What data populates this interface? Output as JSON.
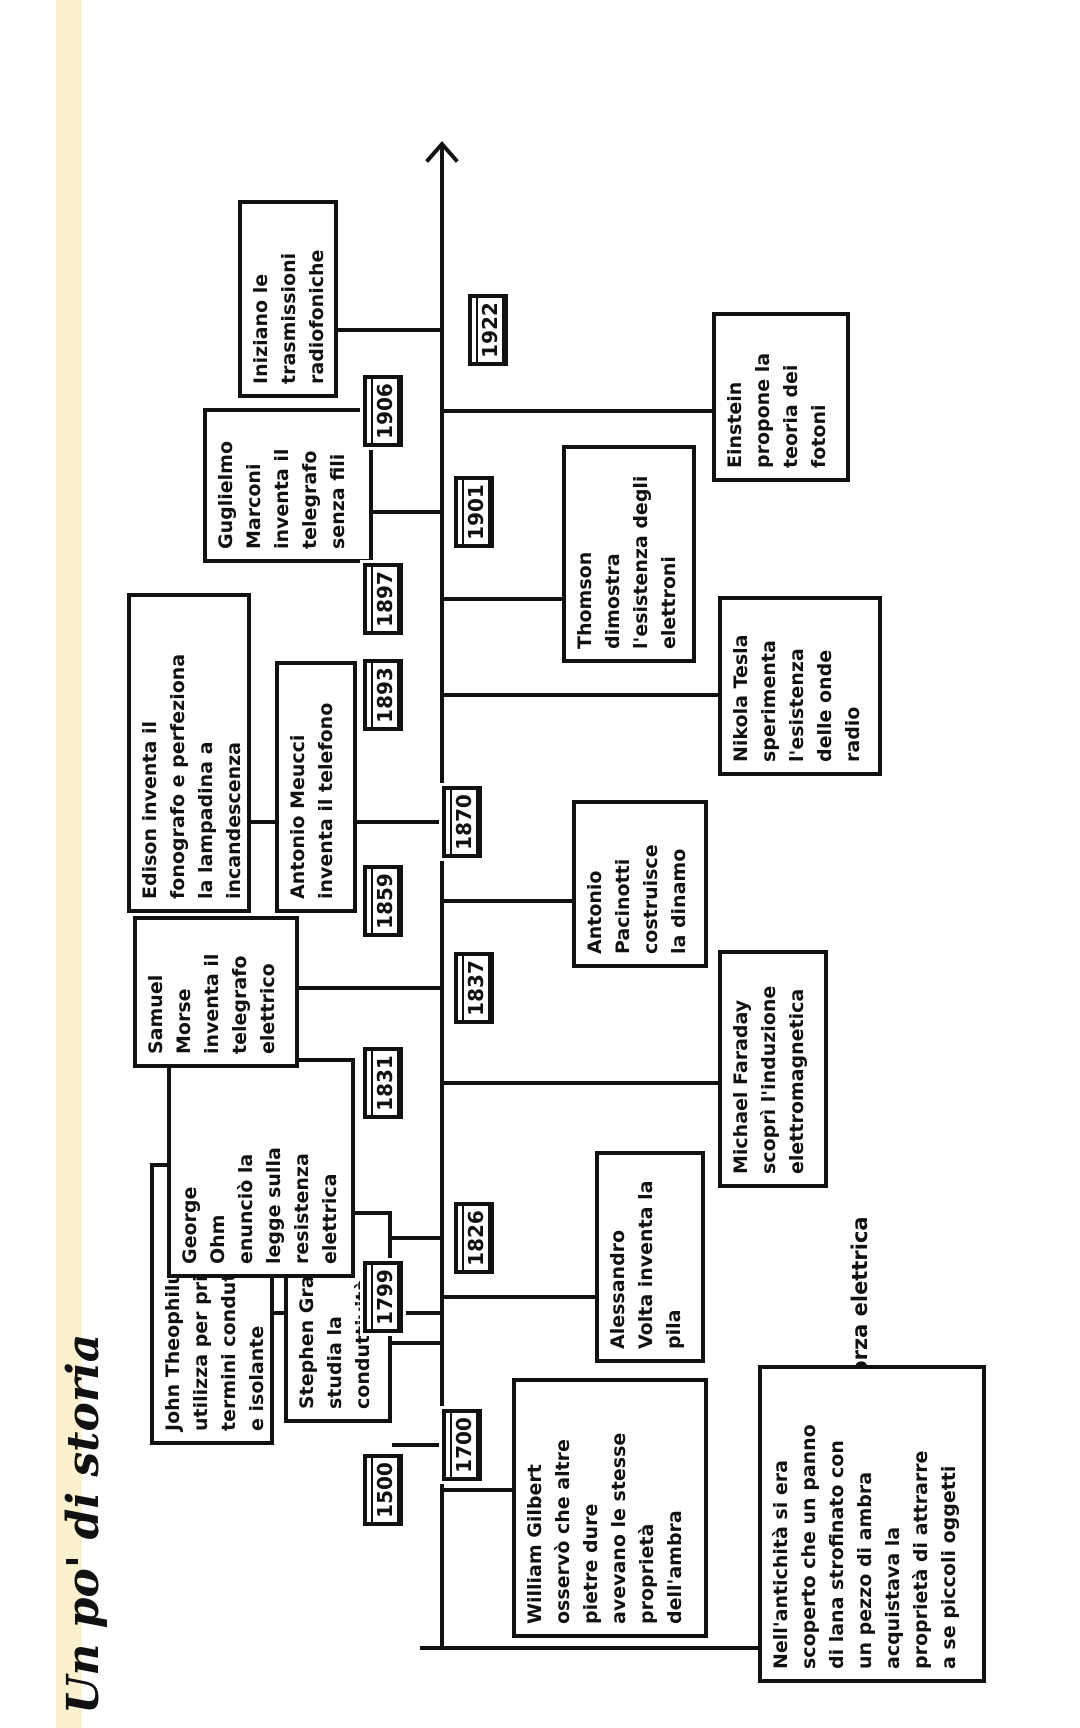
{
  "title": "Un po' di storia",
  "years": [
    "1500",
    "1700",
    "1799",
    "1826",
    "1831",
    "1837",
    "1859",
    "1870",
    "1893",
    "1897",
    "1901",
    "1906",
    "1922"
  ],
  "events": {
    "antiquity": "Nell'antichità si era\nscoperto che un panno\ndi lana strofinato con\nun pezzo di ambra\nacquistava la\nproprietà di attrarre\na se piccoli oggetti",
    "force": "forza elettrica",
    "gilbert": "William Gilbert\nosservò che altre\npietre dure\navevano le stesse\nproprietà\ndell'ambra",
    "theophilus": "John Theophilus\nutilizza per primo i\ntermini conduttore\ne isolante",
    "gray": "Stephen Gray\nstudia la\nconduttività",
    "volta": "Alessandro\nVolta inventa la\npila",
    "ohm": "George\nOhm\nenunciò la\nlegge sulla\nresistenza\nelettrica",
    "faraday": "Michael Faraday\nscoprì l'induzione\nelettromagnetica",
    "morse": "Samuel\nMorse\ninventa il\ntelegrafo\nelettrico",
    "pacinotti": "Antonio\nPacinotti\ncostruisce\nla dinamo",
    "meucci": "Antonio Meucci\ninventa il telefono",
    "edison": "Edison inventa il\nfonografo e perfeziona\nla lampadina a\nincandescenza",
    "tesla": "Nikola Tesla\nsperimenta\nl'esistenza\ndelle onde\nradio",
    "thomson": "Thomson\ndimostra\nl'esistenza degli\nelettroni",
    "marconi": "Guglielmo\nMarconi\ninventa il\ntelegrafo\nsenza fili",
    "einstein": "Einstein\npropone la\nteoria dei\nfotoni",
    "radio": "Iniziano le\ntrasmissioni\nradiofoniche"
  }
}
